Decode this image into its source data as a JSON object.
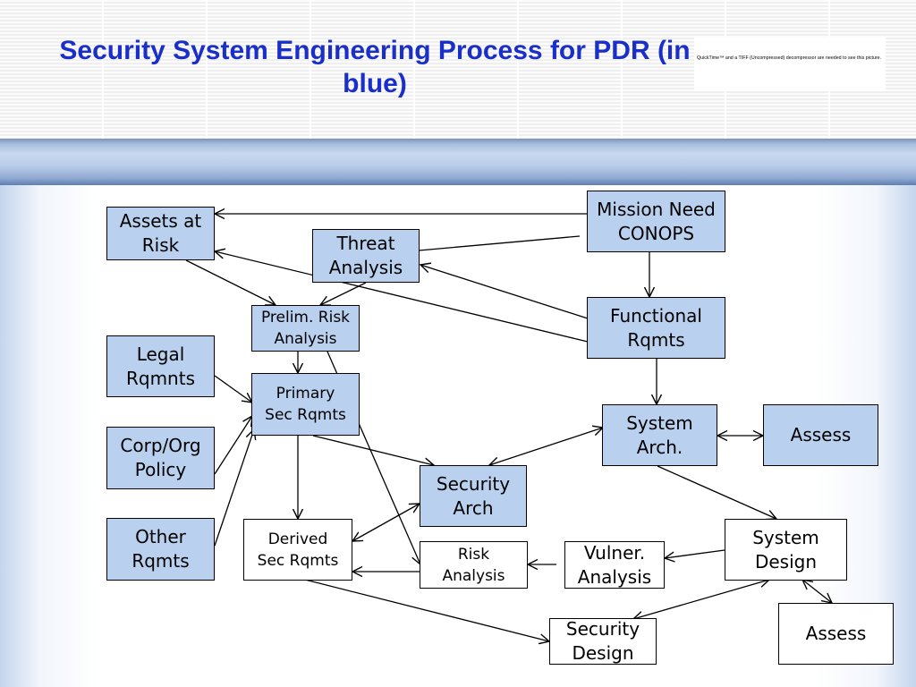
{
  "title": "Security System Engineering Process for PDR (in blue)",
  "placeholder_note": "QuickTime™ and a TIFF (Uncompressed) decompressor are needed to see this picture.",
  "colors": {
    "blue_box": "#b9d1ee",
    "white_box": "#ffffff",
    "title": "#1a2fc9"
  },
  "nodes": {
    "assets_at_risk": "Assets at\nRisk",
    "mission_need": "Mission Need\nCONOPS",
    "threat_analysis": "Threat\nAnalysis",
    "prelim_risk": "Prelim. Risk\nAnalysis",
    "functional_rqmts": "Functional\nRqmts",
    "legal_rqmnts": "Legal\nRqmnts",
    "primary_sec_rqmts": "Primary\nSec Rqmts",
    "system_arch": "System\nArch.",
    "assess_arch": "Assess",
    "corp_org_policy": "Corp/Org\nPolicy",
    "security_arch": "Security\nArch",
    "other_rqmts": "Other\nRqmts",
    "derived_sec_rqmts": "Derived\nSec Rqmts",
    "risk_analysis": "Risk\nAnalysis",
    "vulner_analysis": "Vulner.\nAnalysis",
    "system_design": "System\nDesign",
    "security_design": "Security\nDesign",
    "assess_design": "Assess"
  }
}
